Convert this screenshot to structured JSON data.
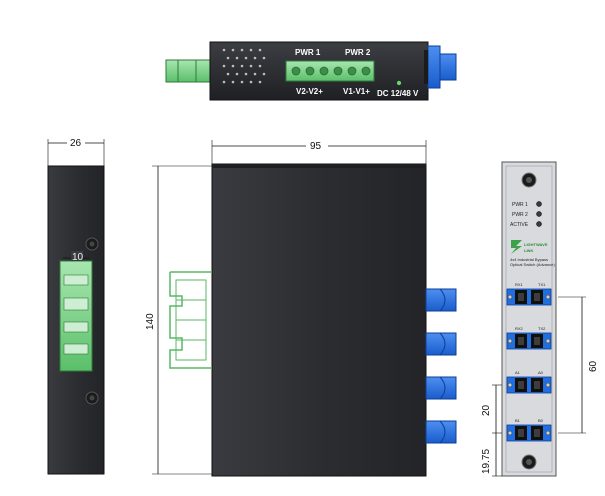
{
  "top_view": {
    "pwr1_label": "PWR 1",
    "pwr2_label": "PWR 2",
    "v2_label": "V2-V2+",
    "v1_label": "V1-V1+",
    "dc_label": "DC 12/48 V"
  },
  "dimensions": {
    "side_width": "26",
    "side_clip": "10",
    "main_width": "95",
    "main_height": "140",
    "port_pitch": "60",
    "gap_a": "20",
    "gap_b": "19.75"
  },
  "front_panel": {
    "led1": "PWR 1",
    "led2": "PWR 2",
    "led3": "ACTIVE",
    "brand_line1": "LIGHTWAVE",
    "brand_line2": "LINK",
    "product_line1": "4x4 Industrial Bypass",
    "product_line2": "Optical Switch (Advance)",
    "ports": [
      {
        "left": "RX1",
        "right": "TX1"
      },
      {
        "left": "RX2",
        "right": "TX2"
      },
      {
        "left": "A1",
        "right": "A0"
      },
      {
        "left": "B1",
        "right": "B0"
      }
    ]
  },
  "colors": {
    "body": "#2e2f33",
    "connector_blue": "#1f6fe0",
    "terminal_green": "#7fd08a",
    "panel": "#d9dade"
  }
}
